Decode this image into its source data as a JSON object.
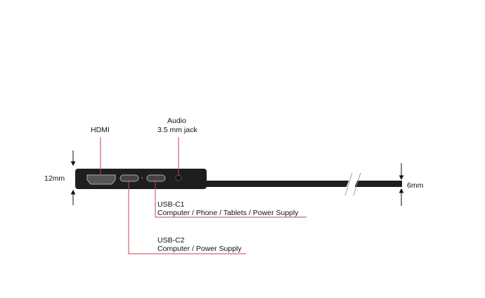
{
  "labels": {
    "hdmi": "HDMI",
    "audio_line1": "Audio",
    "audio_line2": "3.5 mm jack",
    "usbc1_title": "USB-C1",
    "usbc1_desc": "Computer / Phone / Tablets / Power Supply",
    "usbc2_title": "USB-C2",
    "usbc2_desc": "Computer / Power Supply",
    "thick": "12mm",
    "thin": "6mm"
  },
  "colors": {
    "leader": "#c8414b",
    "body": "#1e1e1e"
  }
}
